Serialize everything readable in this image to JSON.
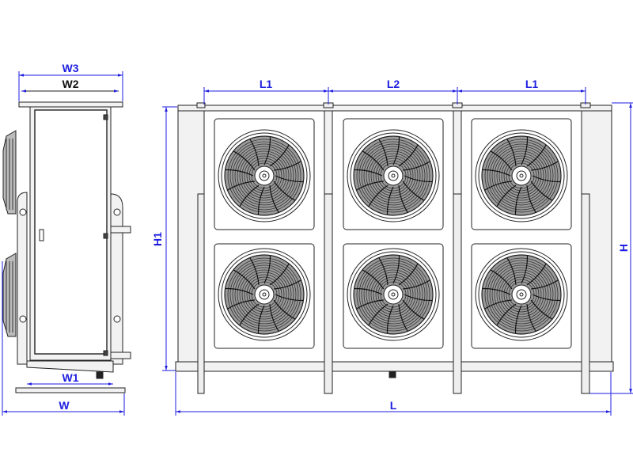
{
  "colors": {
    "dimension": "#1e1ee0",
    "line": "#222222",
    "fill": "#f2f2f2"
  },
  "side_view": {
    "labels": {
      "w3": "W3",
      "w2": "W2",
      "w1": "W1",
      "w": "W"
    }
  },
  "front_view": {
    "labels": {
      "l1_left": "L1",
      "l2": "L2",
      "l1_right": "L1",
      "h1": "H1",
      "h": "H",
      "l": "L"
    },
    "fan_count": 6,
    "fan_rows": 2,
    "fan_columns": 3
  }
}
